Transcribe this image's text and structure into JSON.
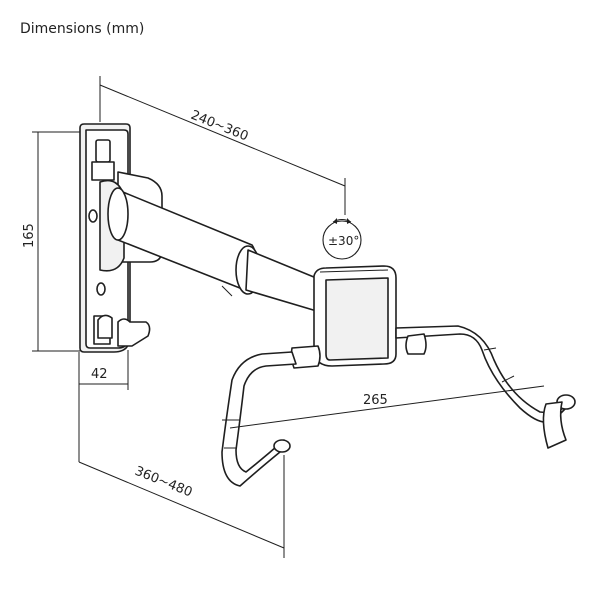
{
  "title": "Dimensions (mm)",
  "dimensions": {
    "arm_length": "240~360",
    "rotation": "±30°",
    "plate_height": "165",
    "plate_depth": "42",
    "hook_width": "265",
    "total_reach": "360~480"
  }
}
